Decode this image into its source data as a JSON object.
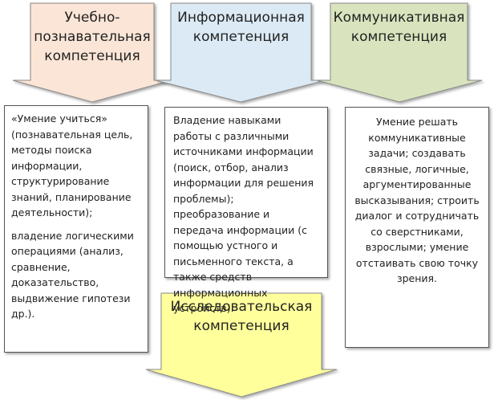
{
  "competences": [
    {
      "title_lines": [
        "Учебно-",
        "познавательная",
        "компетенция"
      ],
      "fill": "#fbe5d6",
      "description": [
        "«Умение учиться» (познавательная цель, методы поиска информации, структурирование знаний, планирование деятельности);",
        "владение логическими операциями (анализ, сравнение, доказательство, выдвижение гипотези др.)."
      ]
    },
    {
      "title_lines": [
        "Информационная",
        "компетенция"
      ],
      "fill": "#dbeaf4",
      "description": [
        "Владение навыками работы с различными источниками информации (поиск, отбор, анализ информации для решения проблемы); преобразование и передача информации (с помощью устного и письменного текста, а также средств информационных устройств)."
      ]
    },
    {
      "title_lines": [
        "Коммуникативная",
        "компетенция"
      ],
      "fill": "#d9e4be",
      "description": [
        "Умение решать коммуникативные задачи; создавать связные, логичные, аргументированные высказывания; строить диалог и сотрудничать со сверстниками, взрослыми; умение отстаивать свою точку зрения."
      ]
    },
    {
      "title_lines": [
        "Исследовательская",
        "компетенция"
      ],
      "fill": "#ffff9c"
    }
  ]
}
